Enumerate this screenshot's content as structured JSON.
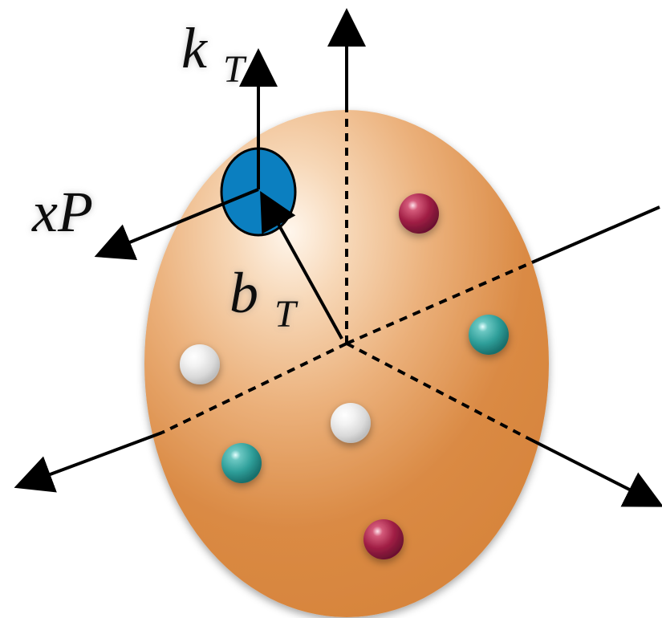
{
  "labels": {
    "kt": {
      "main": "k",
      "sub": "T"
    },
    "xp": "xP",
    "bt": {
      "main": "b",
      "sub": "T"
    }
  },
  "colors": {
    "body_light": "#fff1e3",
    "body_mid": "#efb27a",
    "body_dark": "#db8840",
    "parton": "#0b7fc0",
    "red_sphere": "#a11f45",
    "teal_sphere": "#2f9f9a",
    "white_sphere": "#e3e3e3"
  },
  "spheres": [
    {
      "name": "red-sphere-upper-right",
      "type": "red"
    },
    {
      "name": "teal-sphere-right",
      "type": "teal"
    },
    {
      "name": "white-sphere-left",
      "type": "white"
    },
    {
      "name": "white-sphere-center",
      "type": "white"
    },
    {
      "name": "teal-sphere-lower-left",
      "type": "teal"
    },
    {
      "name": "red-sphere-bottom",
      "type": "red"
    }
  ]
}
